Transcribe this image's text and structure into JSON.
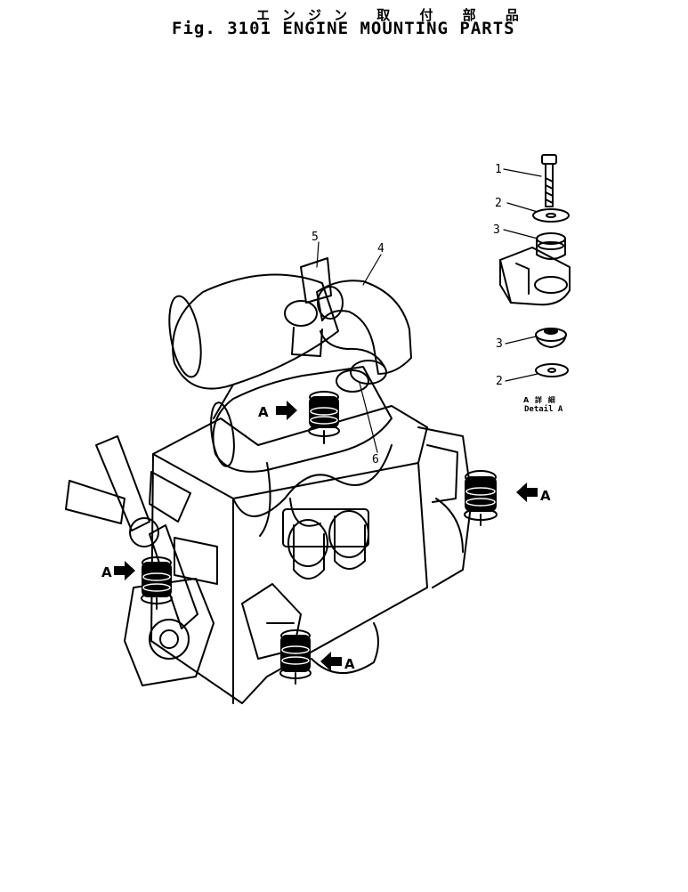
{
  "title": {
    "japanese": "エンジン 取 付 部 品",
    "english": "Fig. 3101 ENGINE MOUNTING PARTS"
  },
  "callouts": [
    "1",
    "2",
    "3",
    "3",
    "2",
    "4",
    "5",
    "6"
  ],
  "view_marker": "A",
  "detail_caption": {
    "japanese": "A 詳 細",
    "english": "Detail  A"
  }
}
